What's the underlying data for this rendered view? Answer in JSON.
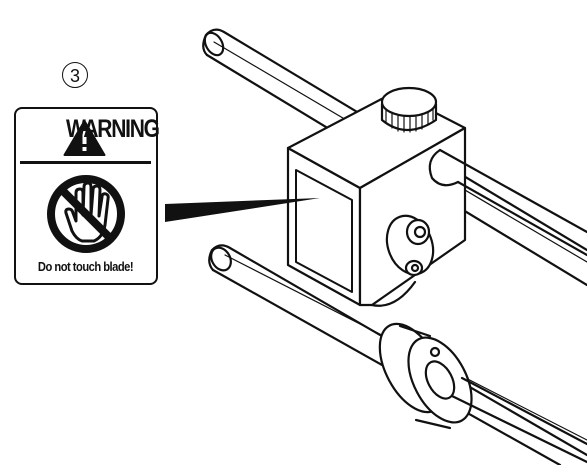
{
  "callout_number": "3",
  "warning_label": {
    "header": "WARNING",
    "caption": "Do not touch blade!"
  },
  "icons": [
    "alert-triangle-icon",
    "no-touch-hand-icon"
  ],
  "colors": {
    "ink": "#111111",
    "paper": "#ffffff"
  }
}
